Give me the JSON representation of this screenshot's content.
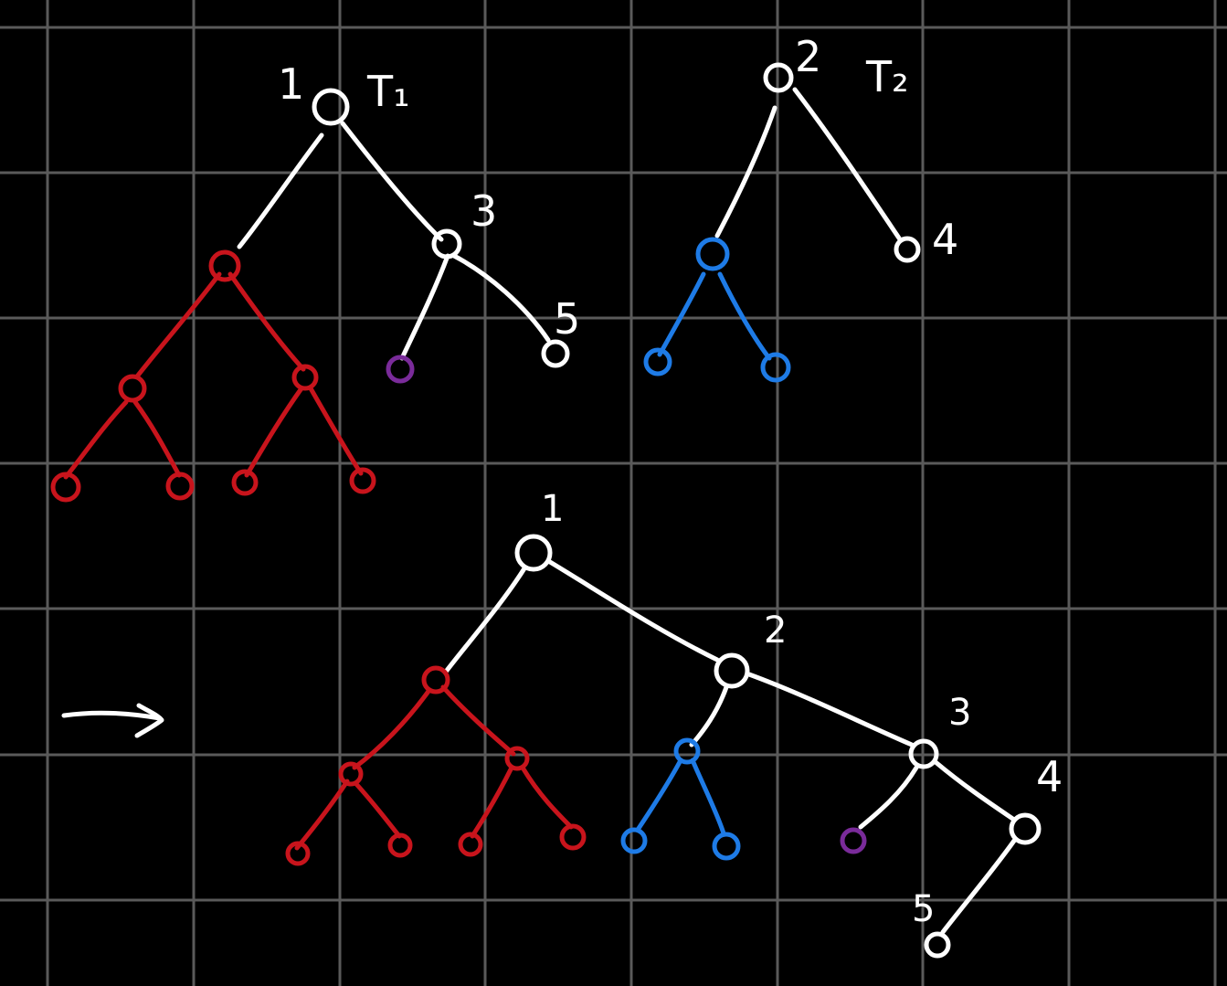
{
  "colors": {
    "background": "#000000",
    "grid": "#5a5a5a",
    "white": "#ffffff",
    "red": "#c8141c",
    "blue": "#1e7be6",
    "purple": "#7a2b9a"
  },
  "labels": {
    "t1_title": "T₁",
    "t2_title": "T₂",
    "t1_root": "1",
    "t1_node3": "3",
    "t1_node5": "5",
    "t2_root": "2",
    "t2_node4": "4",
    "merged_root": "1",
    "merged_node2": "2",
    "merged_node3": "3",
    "merged_node4": "4",
    "merged_node5": "5"
  },
  "arrow_icon": "right-arrow-icon"
}
